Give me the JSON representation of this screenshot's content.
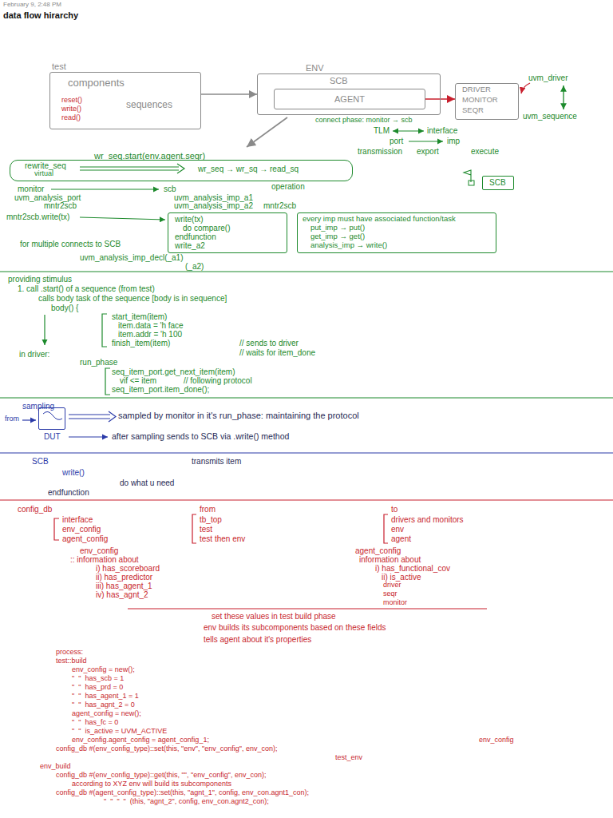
{
  "diagram": {
    "title": "data flow hirarchy",
    "nodes": [
      {
        "text": [
          "test",
          "components",
          "sequences",
          "reset()",
          "write()",
          "read()"
        ]
      },
      {
        "text": [
          "ENV",
          "SCB"
        ]
      },
      {
        "text": [
          "AGENT"
        ],
        "in": 1
      },
      {
        "text": [
          "DRIVER",
          "MONITOR",
          "SEQR"
        ]
      },
      {
        "text": [
          "rewrite_seq",
          "virtual",
          "wr_seq → wr_sq → read_sq"
        ]
      },
      {
        "text": [
          "write(tx)",
          "do compare()",
          "endfunction",
          "write_a2"
        ]
      },
      {
        "text": [
          "every imp must have associated function/task",
          "put_imp → put()",
          "get_imp → get()",
          "analysis_imp → write()"
        ]
      },
      {
        "text": [
          "SCB"
        ]
      },
      {
        "text": [
          "DUT"
        ]
      }
    ],
    "edges": [
      {
        "from": 0,
        "to": 1,
        "arrow": "to"
      },
      {
        "from": 2,
        "to": 3,
        "arrow": "to"
      }
    ],
    "labels": [
      "February 9, 2:48 PM",
      "uvm_driver",
      "uvm_sequence",
      "connect phase: monitor → scb",
      "TLM",
      "interface",
      "port",
      "imp",
      "transmission",
      "export",
      "execute",
      "wr_seq.start(env.agent.seqr)",
      "operation",
      "monitor",
      "scb",
      "uvm_analysis_port",
      "uvm_analysis_imp_a1",
      "mntr2scb",
      "uvm_analysis_imp_a2",
      "mntr2scb",
      "mntr2scb.write(tx)",
      "for multiple connects to SCB",
      "uvm_analysis_imp_decl(_a1)",
      "(_a2)",
      "providing stimulus",
      "1. call .start() of a sequence (from test)",
      "calls body task of the sequence [body is in sequence]",
      "body() {",
      "start_item(item)",
      "item.data = 'h face",
      "item.addr = 'h 100",
      "finish_item(item)",
      "// sends to driver",
      "// waits for item_done",
      "in driver:",
      "run_phase",
      "seq_item_port.get_next_item(item)",
      "vif <= item",
      "// following protocol",
      "seq_item_port.item_done();",
      "sampling",
      "from",
      "sampled by monitor in it's run_phase: maintaining the protocol",
      "after sampling sends to SCB via .write() method",
      "SCB",
      "transmits item",
      "write()",
      "do what u need",
      "endfunction",
      "config_db",
      "interface",
      "env_config",
      "agent_config",
      "from",
      "tb_top",
      "test",
      "test then env",
      "to",
      "drivers and monitors",
      "env",
      "agent",
      "env_config",
      ":: information about",
      "i) has_scoreboard",
      "ii) has_predictor",
      "iii) has_agent_1",
      "iv) has_agnt_2",
      "agent_config",
      "information about",
      "i) has_functional_cov",
      "ii) is_active",
      "driver",
      "seqr",
      "monitor",
      "set these values in test build phase",
      "env builds its subcomponents based on these fields",
      "tells agent about it's properties",
      "process:",
      "test::build",
      "env_config = new();",
      "\"  \"  has_scb = 1",
      "\"  \"  has_prd = 0",
      "\"  \"  has_agent_1 = 1",
      "\"  \"  has_agnt_2 = 0",
      "agent_config = new();",
      "\"  \"  has_fc = 0",
      "\"  \"  is_active = UVM_ACTIVE",
      "env_config.agent_config = agent_config_1;",
      "config_db #(env_config_type)::set(this, \"env\", \"env_config\", env_con);",
      "env_config",
      "test_env",
      "env_build",
      "config_db #(env_config_type)::get(this, \"\", \"env_config\", env_con);",
      "according to XYZ env will build its subcomponents",
      "config_db #(agent_config_type)::set(this, \"agnt_1\", config, env_con.agnt1_con);",
      "\"  \"  \"  \"  (this, \"agnt_2\", config, env_con.agnt2_con);"
    ]
  }
}
